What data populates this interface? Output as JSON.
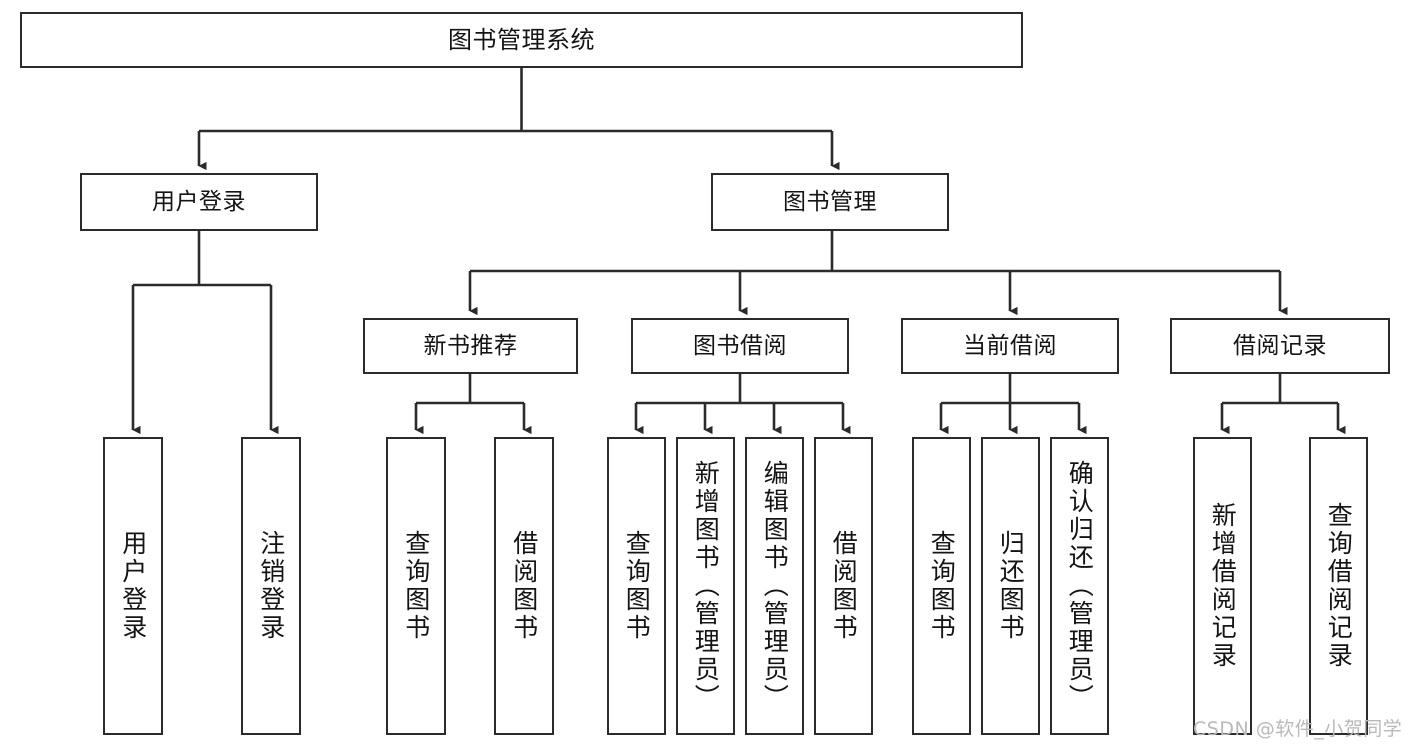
{
  "diagram": {
    "type": "tree",
    "title": "图书管理系统",
    "orientation": "top-down",
    "line_color": "#2b2b2b",
    "box_fill": "#ffffff",
    "text_color": "#141414"
  },
  "root": {
    "label": "图书管理系统"
  },
  "level2": [
    {
      "label": "用户登录"
    },
    {
      "label": "图书管理"
    }
  ],
  "level3": [
    {
      "label": "新书推荐"
    },
    {
      "label": "图书借阅"
    },
    {
      "label": "当前借阅"
    },
    {
      "label": "借阅记录"
    }
  ],
  "leaves": {
    "user_login": [
      {
        "label": "用户登录"
      },
      {
        "label": "注销登录"
      }
    ],
    "new_book_recommend": [
      {
        "label": "查询图书"
      },
      {
        "label": "借阅图书"
      }
    ],
    "book_borrow": [
      {
        "label": "查询图书"
      },
      {
        "label": "新增图书（管理员）"
      },
      {
        "label": "编辑图书（管理员）"
      },
      {
        "label": "借阅图书"
      }
    ],
    "current_borrow": [
      {
        "label": "查询图书"
      },
      {
        "label": "归还图书"
      },
      {
        "label": "确认归还（管理员）"
      }
    ],
    "borrow_record": [
      {
        "label": "新增借阅记录"
      },
      {
        "label": "查询借阅记录"
      }
    ]
  },
  "watermark": {
    "text": "CSDN @软件_小贺同学"
  }
}
